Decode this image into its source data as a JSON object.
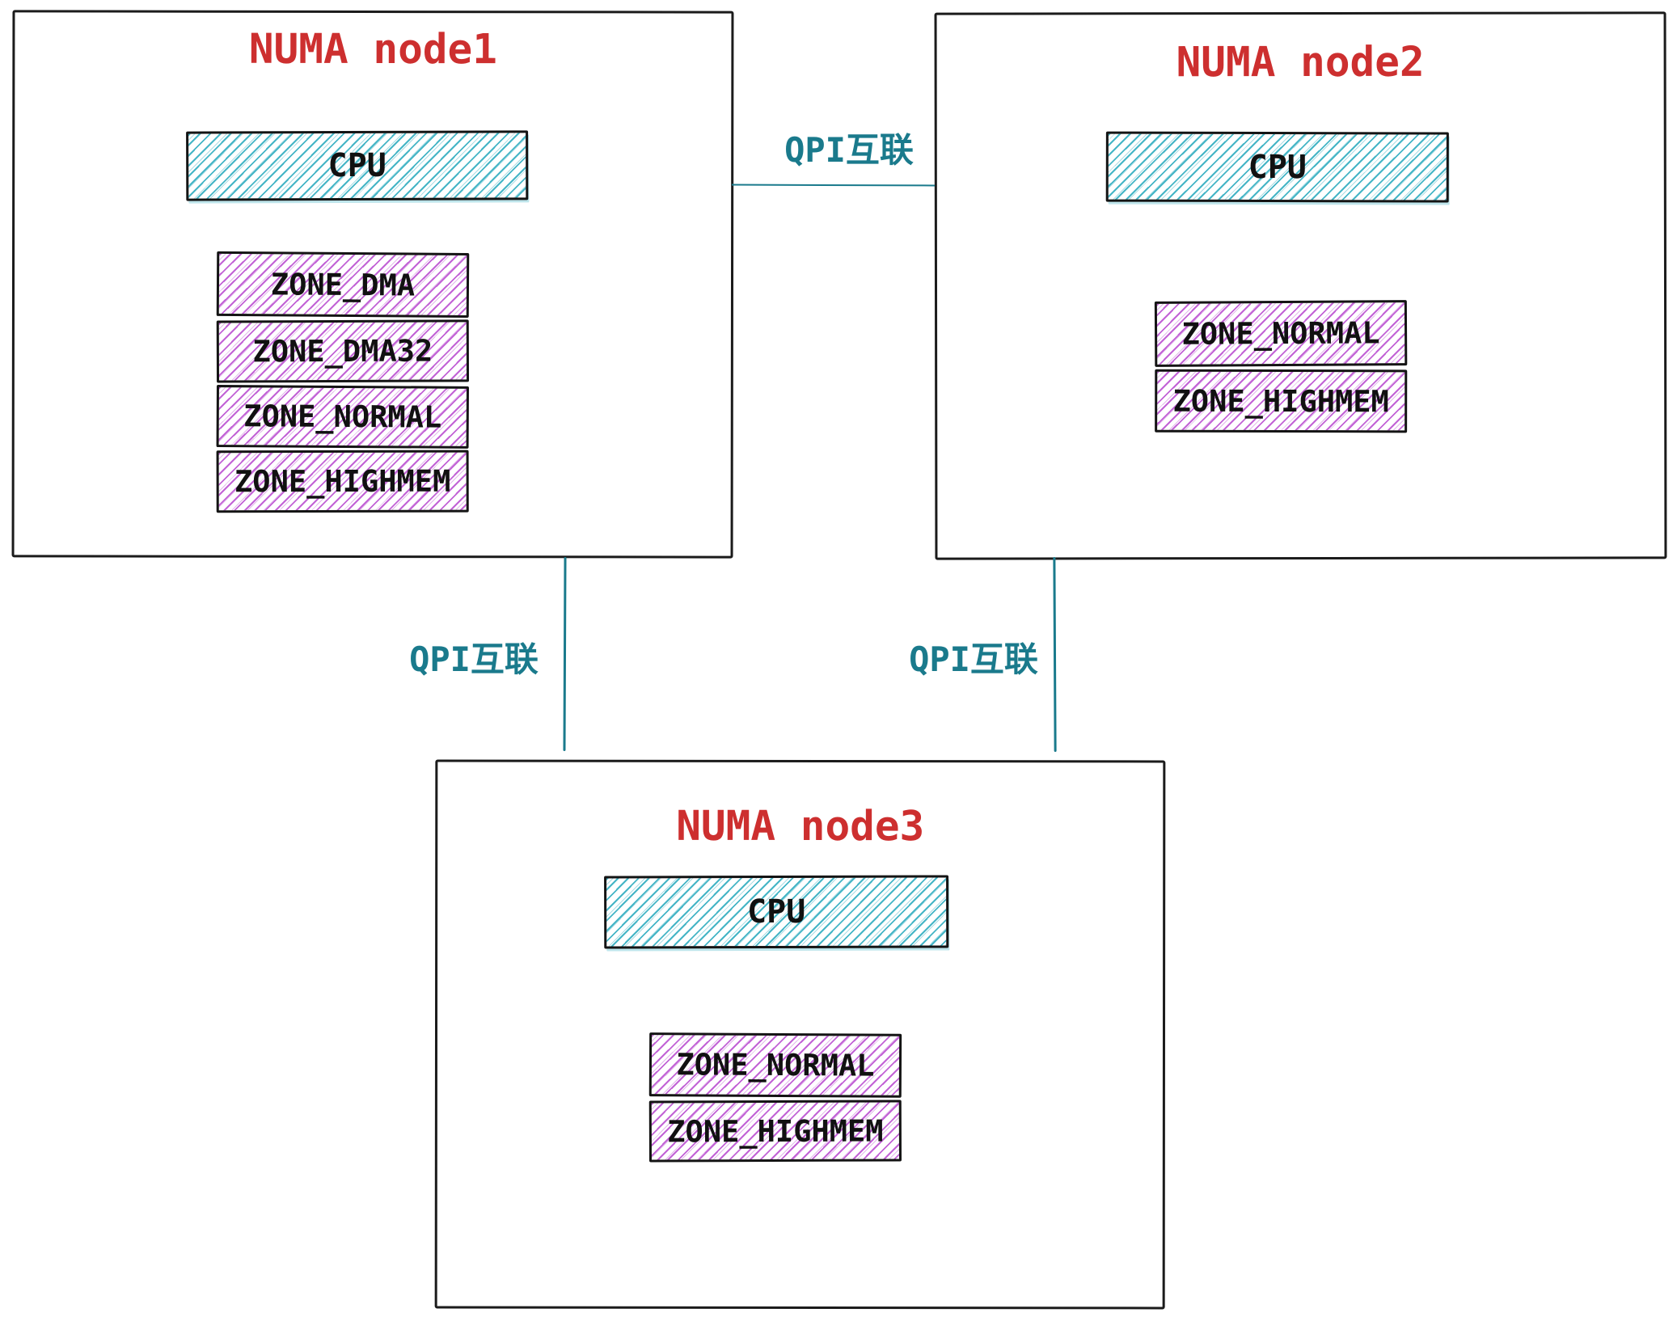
{
  "diagram": {
    "type": "numa-topology-sketch",
    "background": "#ffffff",
    "colors": {
      "node_border": "#1b1b1b",
      "title_red": "#cd2f2f",
      "qpi_teal": "#1a7a8c",
      "cpu_hatch": "#45b5c6",
      "zone_hatch": "#c263d6",
      "box_label": "#111111"
    },
    "nodes": [
      {
        "id": "node1",
        "title": "NUMA node1",
        "cpu_label": "CPU",
        "zones": [
          "ZONE_DMA",
          "ZONE_DMA32",
          "ZONE_NORMAL",
          "ZONE_HIGHMEM"
        ]
      },
      {
        "id": "node2",
        "title": "NUMA node2",
        "cpu_label": "CPU",
        "zones": [
          "ZONE_NORMAL",
          "ZONE_HIGHMEM"
        ]
      },
      {
        "id": "node3",
        "title": "NUMA node3",
        "cpu_label": "CPU",
        "zones": [
          "ZONE_NORMAL",
          "ZONE_HIGHMEM"
        ]
      }
    ],
    "connections": [
      {
        "from": "node1",
        "to": "node2",
        "label": "QPI互联",
        "orientation": "horizontal"
      },
      {
        "from": "node1",
        "to": "node3",
        "label": "QPI互联",
        "orientation": "vertical"
      },
      {
        "from": "node2",
        "to": "node3",
        "label": "QPI互联",
        "orientation": "vertical"
      }
    ]
  }
}
